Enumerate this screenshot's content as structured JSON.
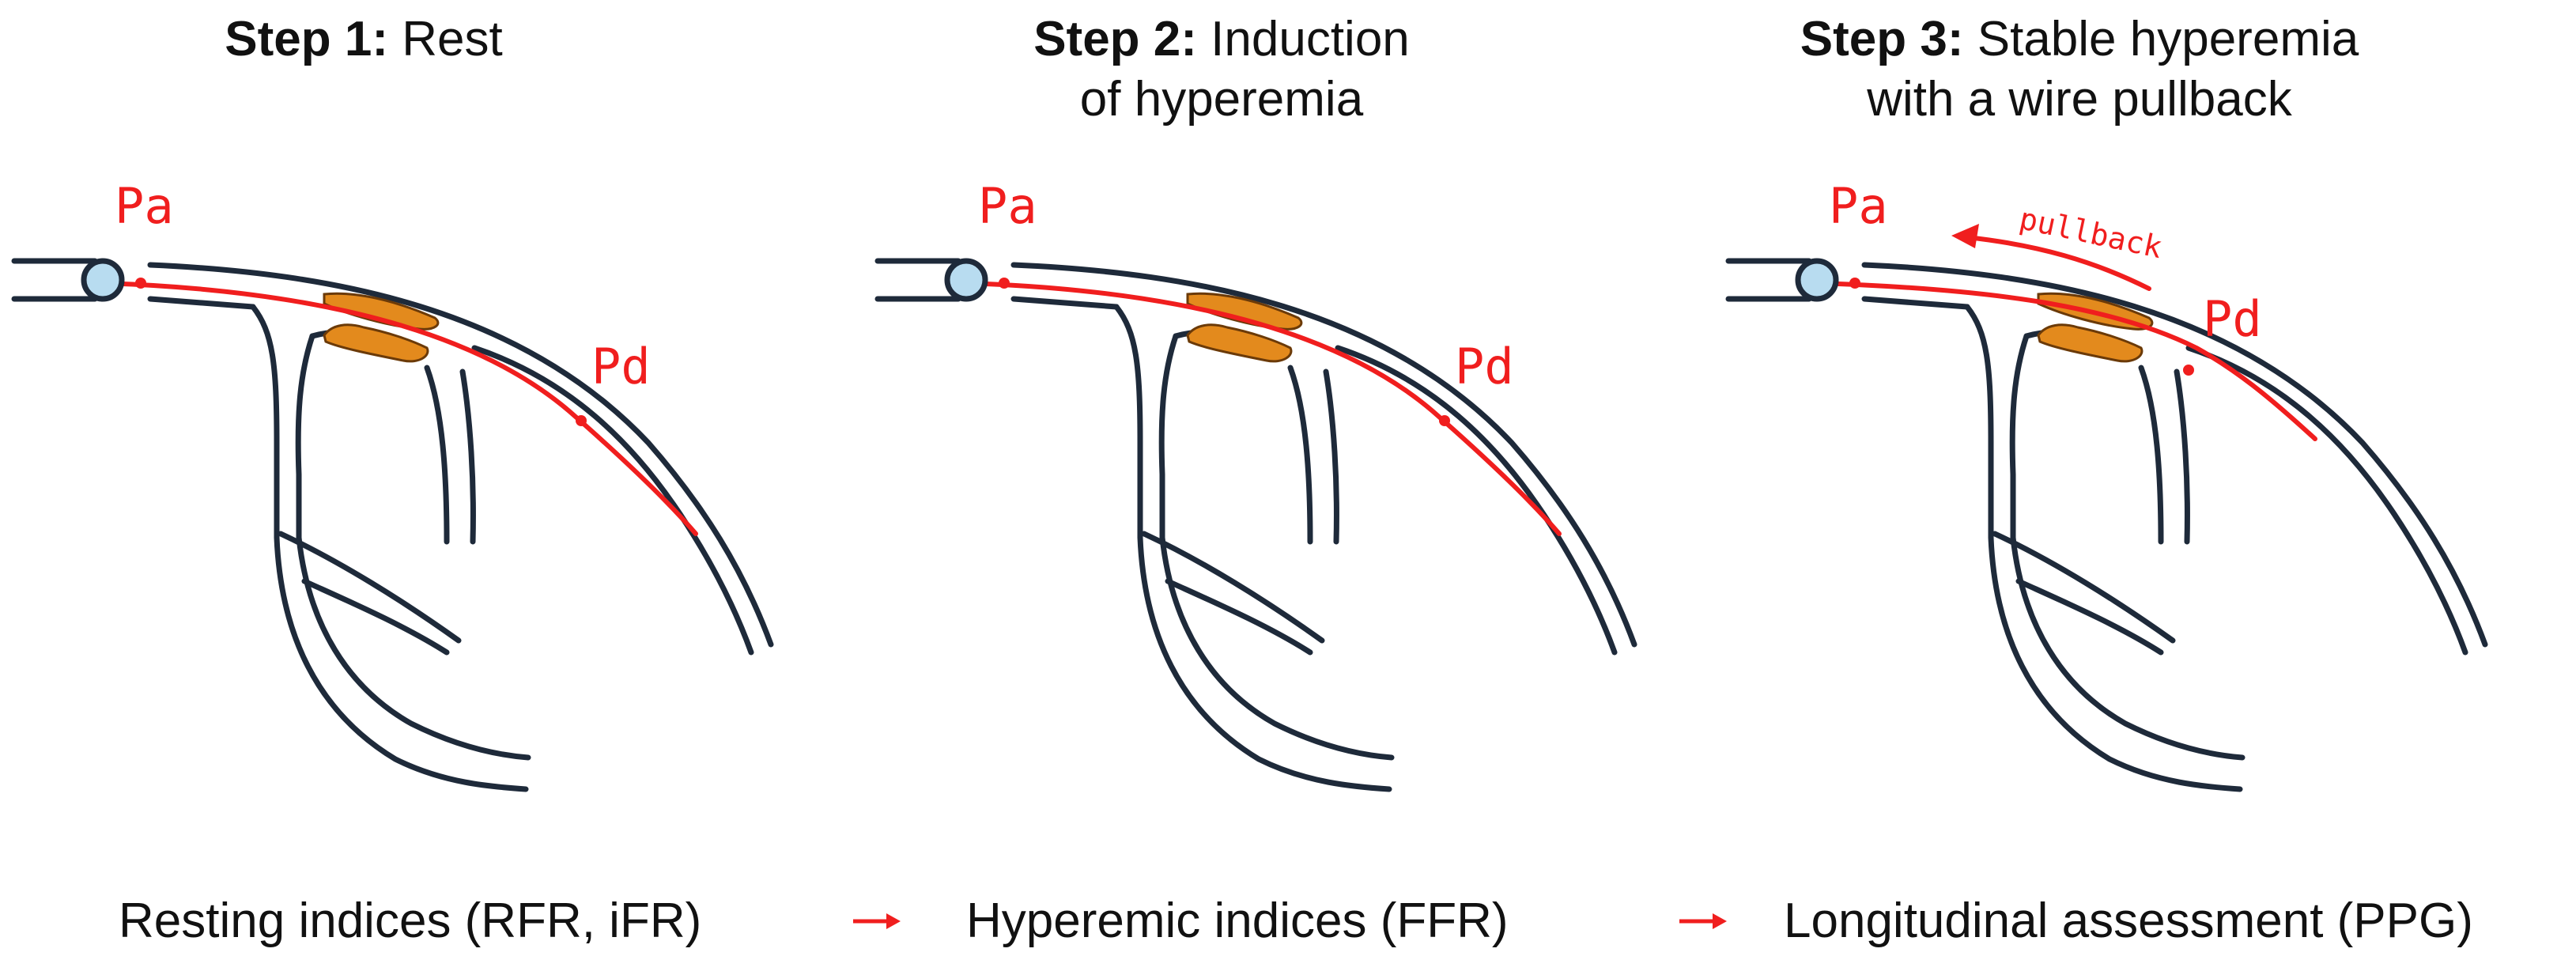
{
  "steps": [
    {
      "bold": "Step 1:",
      "text": "Rest",
      "line2": ""
    },
    {
      "bold": "Step 2:",
      "text": "Induction",
      "line2": "of hyperemia"
    },
    {
      "bold": "Step 3:",
      "text": "Stable hyperemia",
      "line2": "with a wire pullback"
    }
  ],
  "labels": {
    "pa": "Pa",
    "pd": "Pd",
    "pullback": "pullback"
  },
  "indices": [
    "Resting indices (RFR, iFR)",
    "Hyperemic indices (FFR)",
    "Longitudinal assessment (PPG)"
  ],
  "colors": {
    "vessel": "#1e2a3a",
    "wire": "#f01e1e",
    "plaque": "#e38a1d",
    "catheter_tip": "#b8dcf0"
  }
}
